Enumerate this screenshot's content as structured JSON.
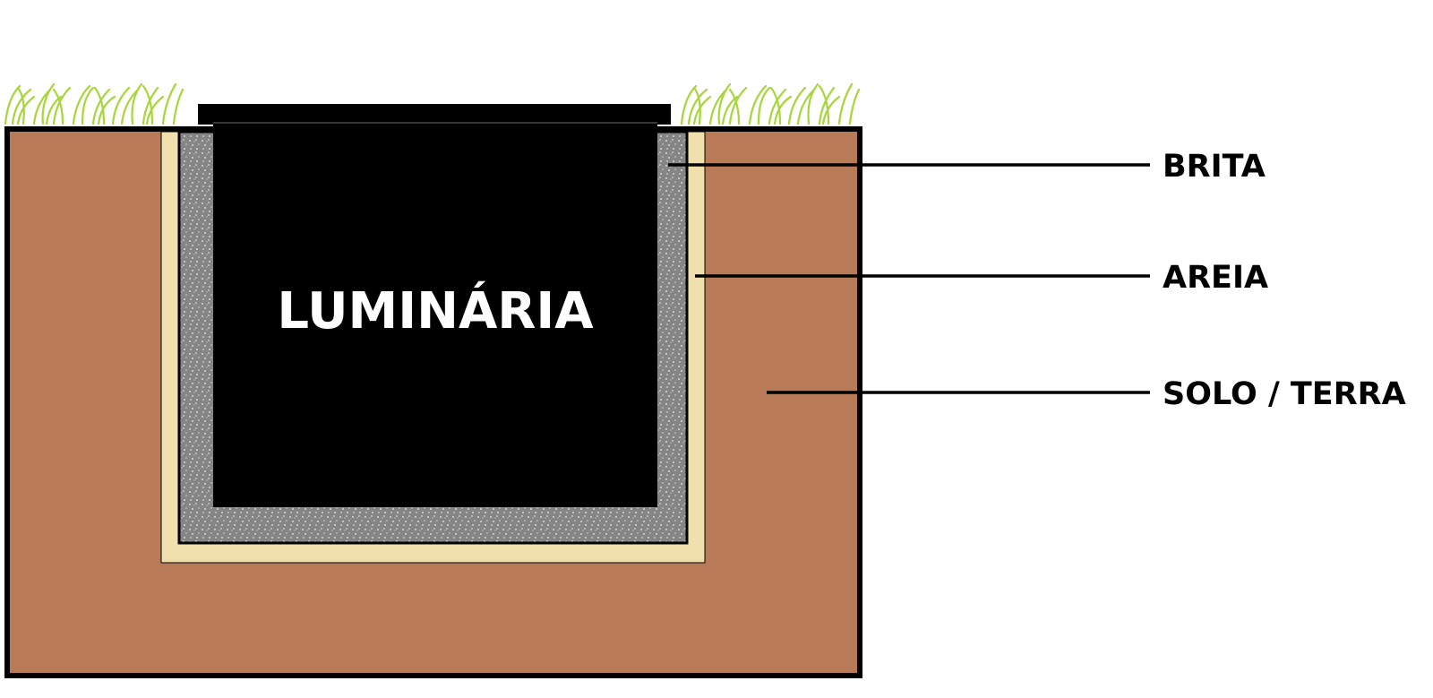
{
  "diagram": {
    "fixture_label": "LUMINÁRIA",
    "legend": [
      {
        "id": "gravel",
        "label": "BRITA"
      },
      {
        "id": "sand",
        "label": "AREIA"
      },
      {
        "id": "soil",
        "label": "SOLO / TERRA"
      }
    ]
  },
  "colors": {
    "soil": "#b87a57",
    "sand": "#f0e0ae",
    "gravel": "#858585",
    "gravel_speck": "#d8d8d8",
    "fixture": "#000000",
    "fixture_text": "#ffffff",
    "grass": "#a6d63a",
    "outline": "#000000"
  },
  "icons": {
    "grass_left": "grass-tuft-icon",
    "grass_right": "grass-tuft-icon"
  }
}
